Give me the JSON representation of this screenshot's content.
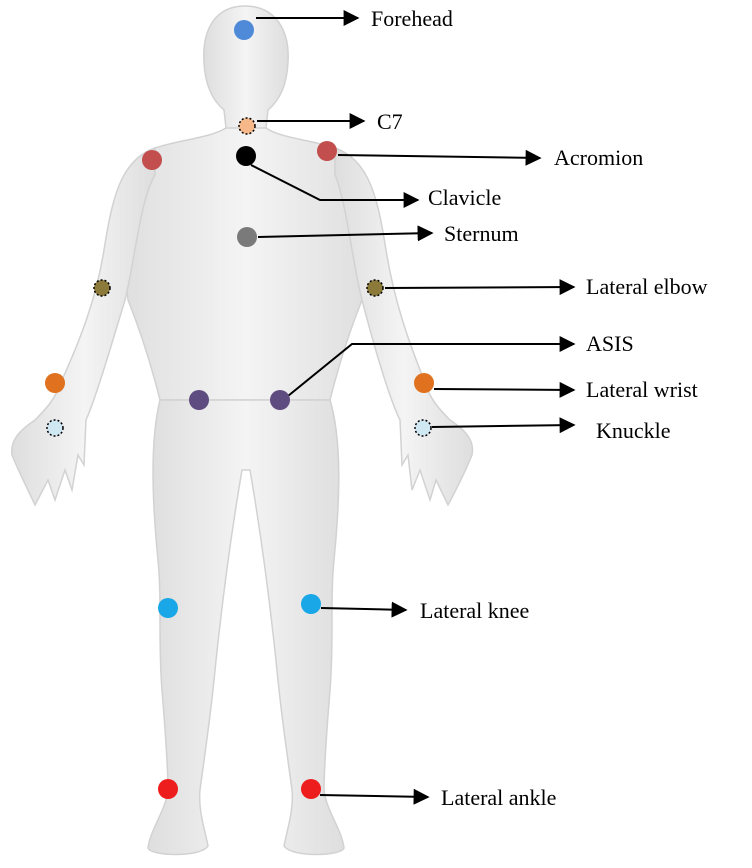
{
  "colors": {
    "forehead": "#4f8ad8",
    "c7": "#f6b889",
    "acromion": "#c24e4e",
    "clavicle": "#000000",
    "sternum": "#7a7a7a",
    "lateral_elbow": "#8b7a3a",
    "asis": "#5e4b7f",
    "lateral_wrist": "#e0711e",
    "knuckle": "#cfe8f2",
    "lateral_knee": "#1aa7e8",
    "lateral_ankle": "#ee1d1d",
    "body_fill": "#eeeeee",
    "body_shadow": "#d6d6d6"
  },
  "labels": {
    "forehead": "Forehead",
    "c7": "C7",
    "acromion": "Acromion",
    "clavicle": "Clavicle",
    "sternum": "Sternum",
    "lateral_elbow": "Lateral elbow",
    "asis": "ASIS",
    "lateral_wrist": "Lateral wrist",
    "knuckle": "Knuckle",
    "lateral_knee": "Lateral knee",
    "lateral_ankle": "Lateral ankle"
  }
}
